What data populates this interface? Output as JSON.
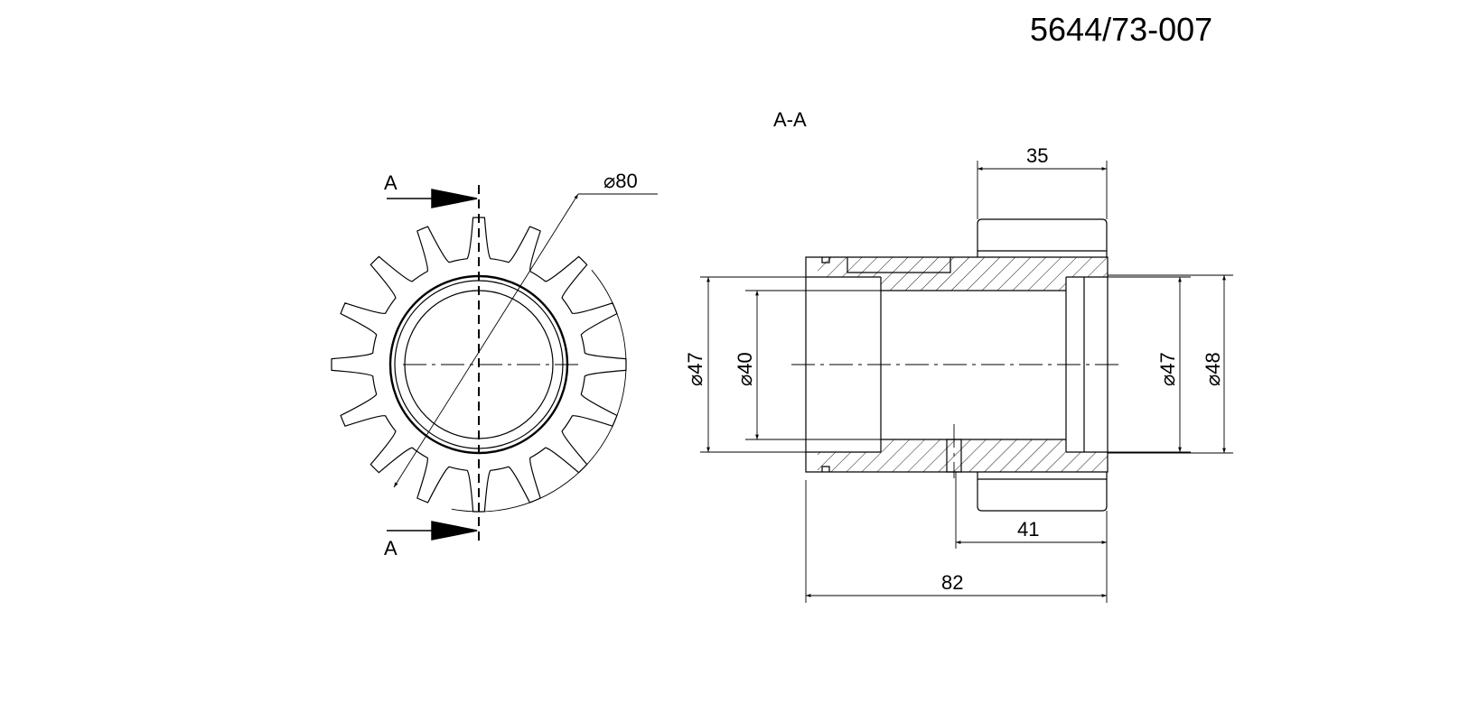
{
  "drawing_number": "5644/73-007",
  "section_title": "A-A",
  "section_marks": [
    "A",
    "A"
  ],
  "diameter_symbol": "⌀",
  "dimensions": {
    "outer_diameter": "80",
    "left_bore_outer": "47",
    "left_bore_inner": "40",
    "right_bore_inner": "47",
    "right_bore_outer": "48",
    "hub_length": "35",
    "bore_length": "41",
    "total_length": "82"
  },
  "gear": {
    "teeth": 16
  }
}
